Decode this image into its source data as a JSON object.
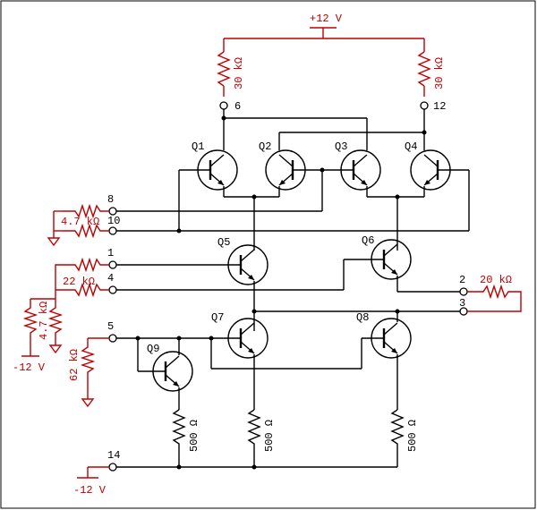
{
  "supply": {
    "pos": "+12 V",
    "neg_left": "-12 V",
    "neg_bottom": "-12 V"
  },
  "transistors": [
    "Q1",
    "Q2",
    "Q3",
    "Q4",
    "Q5",
    "Q6",
    "Q7",
    "Q8",
    "Q9"
  ],
  "resistors": {
    "r_top_left": "30 kΩ",
    "r_top_right": "30 kΩ",
    "r_pin8_10": "4.7 kΩ",
    "r_pin1_4": "22 kΩ",
    "r_left_vertical": "4.7 kΩ",
    "r_pin5": "62 kΩ",
    "r_pin2_3": "20 kΩ",
    "r_q9": "500 Ω",
    "r_q7": "500 Ω",
    "r_q8": "500 Ω"
  },
  "pins": [
    "6",
    "12",
    "8",
    "10",
    "1",
    "4",
    "5",
    "2",
    "3",
    "14"
  ]
}
